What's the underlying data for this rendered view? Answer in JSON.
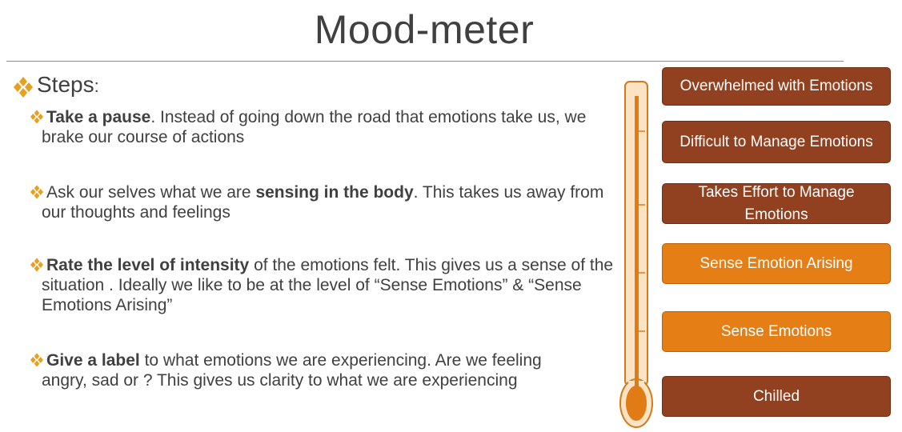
{
  "page": {
    "title": "Mood-meter"
  },
  "steps": {
    "heading": "Steps",
    "heading_suffix": ":",
    "items": [
      {
        "bold": "Take a pause",
        "rest": ". Instead of going down the road that emotions take us, we brake our course of actions"
      },
      {
        "pre": "Ask our selves what we are ",
        "bold": "sensing in the body",
        "rest": ". This takes us away from our thoughts and feelings"
      },
      {
        "pre": " ",
        "bold": "Rate the level of intensity",
        "rest": " of the emotions felt. This gives us a sense of the situation . Ideally we like to be at the level of “Sense Emotions” & “Sense Emotions Arising”"
      },
      {
        "bold": "Give a label",
        "rest": " to what emotions we are experiencing. Are we feeling angry, sad or ? This gives  us clarity to what we are experiencing"
      }
    ]
  },
  "levels": [
    {
      "label": "Overwhelmed  with Emotions",
      "color": "#924120"
    },
    {
      "label": "Difficult to Manage Emotions",
      "color": "#924120"
    },
    {
      "label": "Takes Effort to Manage Emotions",
      "color": "#924120"
    },
    {
      "label": "Sense Emotion Arising",
      "color": "#e67e16"
    },
    {
      "label": "Sense Emotions",
      "color": "#e67e16"
    },
    {
      "label": "Chilled",
      "color": "#924120"
    }
  ],
  "colors": {
    "bullet": "#e8a020",
    "thermometer_tube": "#fbe3c4",
    "thermometer_outline": "#d17a1e",
    "thermometer_fill": "#e07b16"
  },
  "icons": {
    "bullet": "diamond-cluster-icon",
    "thermometer": "thermometer-icon"
  }
}
